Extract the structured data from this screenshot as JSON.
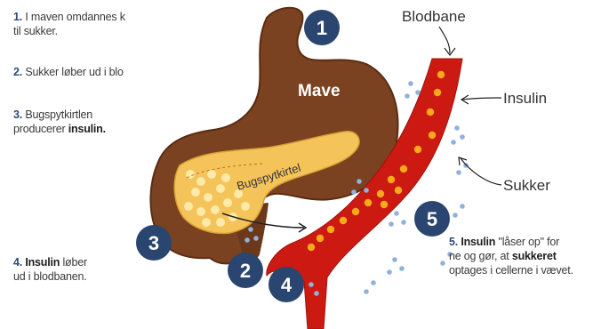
{
  "steps": [
    {
      "num": "1.",
      "text_a": "I maven omdannes k",
      "text_b": "til sukker."
    },
    {
      "num": "2.",
      "text_a": "Sukker løber ud i blo"
    },
    {
      "num": "3.",
      "text_a": "Bugspytkirtlen",
      "text_b": "producerer ",
      "bold": "insulin."
    },
    {
      "num": "4.",
      "bold": "Insulin",
      "text_a": " løber",
      "text_b": "ud i blodbanen."
    },
    {
      "num": "5.",
      "bold": "Insulin",
      "text_a": " \"låser op\" for",
      "text_b": "ne og gør, at ",
      "bold2": "sukkeret",
      "text_c": "optages i cellerne i vævet."
    }
  ],
  "labels": {
    "mave": "Mave",
    "bugspytkirtel": "Bugspytkirtel",
    "blodbane": "Blodbane",
    "insulin": "Insulin",
    "sukker": "Sukker"
  },
  "badges": [
    "1",
    "2",
    "3",
    "4",
    "5"
  ],
  "colors": {
    "stomach": "#7a4220",
    "pancreas": "#f4c45a",
    "vessel": "#cc1a12",
    "insulin_dot": "#f7a81b",
    "sugar_dot": "#8fb1dc",
    "badge": "#2a4670",
    "text_num": "#2d4a78"
  }
}
